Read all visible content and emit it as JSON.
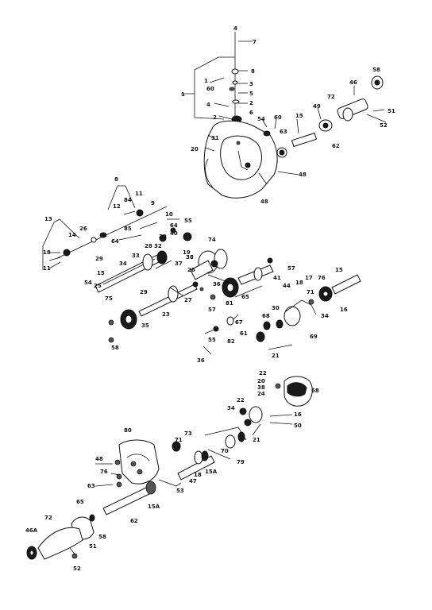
{
  "diagram": {
    "callouts": [
      {
        "id": "c1",
        "text": "4"
      },
      {
        "id": "c2",
        "text": "7"
      },
      {
        "id": "c3",
        "text": "8"
      },
      {
        "id": "c4",
        "text": "3"
      },
      {
        "id": "c5",
        "text": "1"
      },
      {
        "id": "c6",
        "text": "60"
      },
      {
        "id": "c7",
        "text": "5"
      },
      {
        "id": "c8",
        "text": "2"
      },
      {
        "id": "c9",
        "text": "6"
      },
      {
        "id": "c10",
        "text": "1"
      },
      {
        "id": "c11",
        "text": "4"
      },
      {
        "id": "c12",
        "text": "2"
      },
      {
        "id": "c13",
        "text": "58"
      },
      {
        "id": "c14",
        "text": "46"
      },
      {
        "id": "c15",
        "text": "72"
      },
      {
        "id": "c16",
        "text": "49"
      },
      {
        "id": "c17",
        "text": "51"
      },
      {
        "id": "c18",
        "text": "52"
      },
      {
        "id": "c19",
        "text": "54"
      },
      {
        "id": "c20",
        "text": "60"
      },
      {
        "id": "c21",
        "text": "15"
      },
      {
        "id": "c22",
        "text": "62"
      },
      {
        "id": "c23",
        "text": "63"
      },
      {
        "id": "c24",
        "text": "31"
      },
      {
        "id": "c25",
        "text": "20"
      },
      {
        "id": "c26",
        "text": "48"
      },
      {
        "id": "c27",
        "text": "48"
      },
      {
        "id": "c28",
        "text": "8"
      },
      {
        "id": "c29",
        "text": "84"
      },
      {
        "id": "c30",
        "text": "11"
      },
      {
        "id": "c31",
        "text": "12"
      },
      {
        "id": "c32",
        "text": "9"
      },
      {
        "id": "c33",
        "text": "10"
      },
      {
        "id": "c34",
        "text": "13"
      },
      {
        "id": "c35",
        "text": "14"
      },
      {
        "id": "c36",
        "text": "26"
      },
      {
        "id": "c37",
        "text": "18"
      },
      {
        "id": "c38",
        "text": "11"
      },
      {
        "id": "c39",
        "text": "29"
      },
      {
        "id": "c40",
        "text": "85"
      },
      {
        "id": "c41",
        "text": "64"
      },
      {
        "id": "c42",
        "text": "55"
      },
      {
        "id": "c43",
        "text": "64"
      },
      {
        "id": "c44",
        "text": "40"
      },
      {
        "id": "c45",
        "text": "39"
      },
      {
        "id": "c46",
        "text": "74"
      },
      {
        "id": "c47",
        "text": "28"
      },
      {
        "id": "c48",
        "text": "33"
      },
      {
        "id": "c49",
        "text": "32"
      },
      {
        "id": "c50",
        "text": "34"
      },
      {
        "id": "c51",
        "text": "19"
      },
      {
        "id": "c52",
        "text": "37"
      },
      {
        "id": "c53",
        "text": "38"
      },
      {
        "id": "c54",
        "text": "54"
      },
      {
        "id": "c55",
        "text": "15"
      },
      {
        "id": "c56",
        "text": "25"
      },
      {
        "id": "c57",
        "text": "29"
      },
      {
        "id": "c58",
        "text": "27"
      },
      {
        "id": "c59",
        "text": "26"
      },
      {
        "id": "c60",
        "text": "36"
      },
      {
        "id": "c61",
        "text": "23"
      },
      {
        "id": "c62",
        "text": "57"
      },
      {
        "id": "c63",
        "text": "41"
      },
      {
        "id": "c64",
        "text": "44"
      },
      {
        "id": "c65",
        "text": "65"
      },
      {
        "id": "c66",
        "text": "81"
      },
      {
        "id": "c67",
        "text": "57"
      },
      {
        "id": "c68",
        "text": "75"
      },
      {
        "id": "c69",
        "text": "35"
      },
      {
        "id": "c70",
        "text": "58"
      },
      {
        "id": "c71",
        "text": "17"
      },
      {
        "id": "c72",
        "text": "18"
      },
      {
        "id": "c73",
        "text": "71"
      },
      {
        "id": "c74",
        "text": "69"
      },
      {
        "id": "c75",
        "text": "15"
      },
      {
        "id": "c76",
        "text": "76"
      },
      {
        "id": "c77",
        "text": "16"
      },
      {
        "id": "c78",
        "text": "34"
      },
      {
        "id": "c79",
        "text": "68"
      },
      {
        "id": "c80",
        "text": "30"
      },
      {
        "id": "c81",
        "text": "67"
      },
      {
        "id": "c82",
        "text": "82"
      },
      {
        "id": "c83",
        "text": "61"
      },
      {
        "id": "c84",
        "text": "55"
      },
      {
        "id": "c85",
        "text": "36"
      },
      {
        "id": "c86",
        "text": "21"
      },
      {
        "id": "c87",
        "text": "22"
      },
      {
        "id": "c88",
        "text": "20"
      },
      {
        "id": "c89",
        "text": "38"
      },
      {
        "id": "c90",
        "text": "24"
      },
      {
        "id": "c91",
        "text": "68"
      },
      {
        "id": "c92",
        "text": "34"
      },
      {
        "id": "c93",
        "text": "22"
      },
      {
        "id": "c94",
        "text": "16"
      },
      {
        "id": "c95",
        "text": "21"
      },
      {
        "id": "c96",
        "text": "50"
      },
      {
        "id": "c97",
        "text": "80"
      },
      {
        "id": "c98",
        "text": "73"
      },
      {
        "id": "c99",
        "text": "71"
      },
      {
        "id": "c100",
        "text": "70"
      },
      {
        "id": "c101",
        "text": "79"
      },
      {
        "id": "c102",
        "text": "48"
      },
      {
        "id": "c103",
        "text": "76"
      },
      {
        "id": "c104",
        "text": "18"
      },
      {
        "id": "c105",
        "text": "15A"
      },
      {
        "id": "c106",
        "text": "47"
      },
      {
        "id": "c107",
        "text": "53"
      },
      {
        "id": "c108",
        "text": "63"
      },
      {
        "id": "c109",
        "text": "15A"
      },
      {
        "id": "c110",
        "text": "62"
      },
      {
        "id": "c111",
        "text": "65"
      },
      {
        "id": "c112",
        "text": "58"
      },
      {
        "id": "c113",
        "text": "46A"
      },
      {
        "id": "c114",
        "text": "72"
      },
      {
        "id": "c115",
        "text": "51"
      },
      {
        "id": "c116",
        "text": "52"
      }
    ]
  }
}
